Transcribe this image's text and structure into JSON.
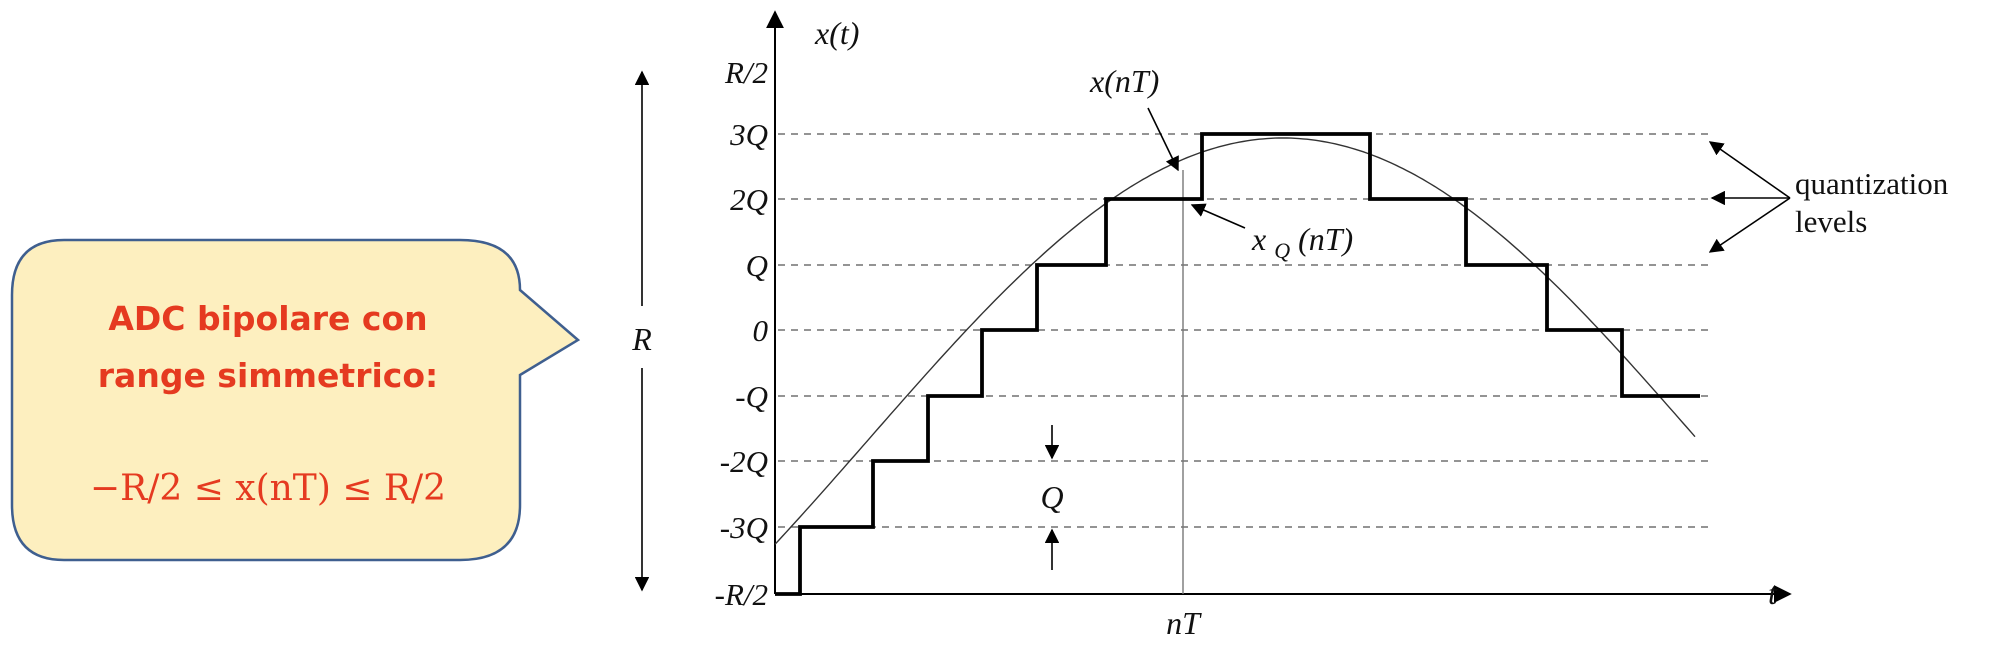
{
  "callout": {
    "line1": "ADC bipolare con",
    "line2": "range simmetrico:",
    "math_prefix": "−",
    "math_expression": "−R/2 ≤ x(nT) ≤ R/2",
    "fill_color": "#fdefbf",
    "border_color": "#3f5f8f",
    "text_color": "#e53a20"
  },
  "axes": {
    "y_label": "x(t)",
    "x_label": "t",
    "x_tick": "nT"
  },
  "levels": [
    {
      "label": "R/2",
      "gridline": false
    },
    {
      "label": "3Q",
      "gridline": true
    },
    {
      "label": "2Q",
      "gridline": true
    },
    {
      "label": "Q",
      "gridline": true
    },
    {
      "label": "0",
      "gridline": true
    },
    {
      "label": "-Q",
      "gridline": true
    },
    {
      "label": "-2Q",
      "gridline": true
    },
    {
      "label": "-3Q",
      "gridline": true
    },
    {
      "label": "-R/2",
      "gridline": false
    }
  ],
  "annotations": {
    "range": "R",
    "step": "Q",
    "sample": "x(nT)",
    "quantized_main": "x",
    "quantized_sub": "Q",
    "quantized_rest": "(nT)",
    "quantization_line1": "quantization",
    "quantization_line2": "levels"
  },
  "signal": {
    "staircase_levels": [
      -4,
      -3,
      -2,
      -1,
      0,
      1,
      2,
      3,
      2,
      1,
      0,
      -1
    ],
    "description_colors": {
      "staircase": "#000000",
      "sinusoid": "#333333",
      "grid": "#555555"
    }
  }
}
